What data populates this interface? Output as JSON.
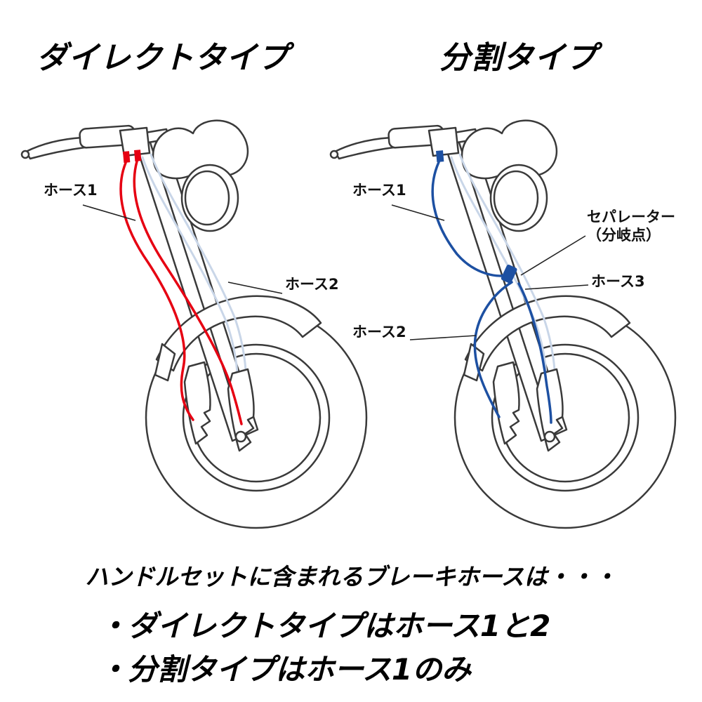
{
  "titles": {
    "direct": "ダイレクトタイプ",
    "split": "分割タイプ"
  },
  "labels": {
    "direct_hose1": "ホース1",
    "direct_hose2": "ホース2",
    "split_hose1": "ホース1",
    "separator_line1": "セパレーター",
    "separator_line2": "（分岐点）",
    "split_hose3": "ホース3",
    "split_hose2": "ホース2"
  },
  "footer": {
    "intro": "ハンドルセットに含まれるブレーキホースは・・・",
    "bullet1": "・ダイレクトタイプはホース1と2",
    "bullet2": "・分割タイプはホース1のみ"
  },
  "diagram_semantics": {
    "left_diagram": "direct-type brake hose routing: two hoses run from master cylinder directly to each front caliper",
    "right_diagram": "split-type brake hose routing: one hose runs from master cylinder to a separator junction, then hose 2 and hose 3 split to each caliper"
  },
  "colors": {
    "direct_hose": "#e60012",
    "split_hose": "#1d50a2",
    "line_art": "#3a3a3a",
    "faint_stock_hose": "#c9d6e8",
    "text": "#000000"
  }
}
